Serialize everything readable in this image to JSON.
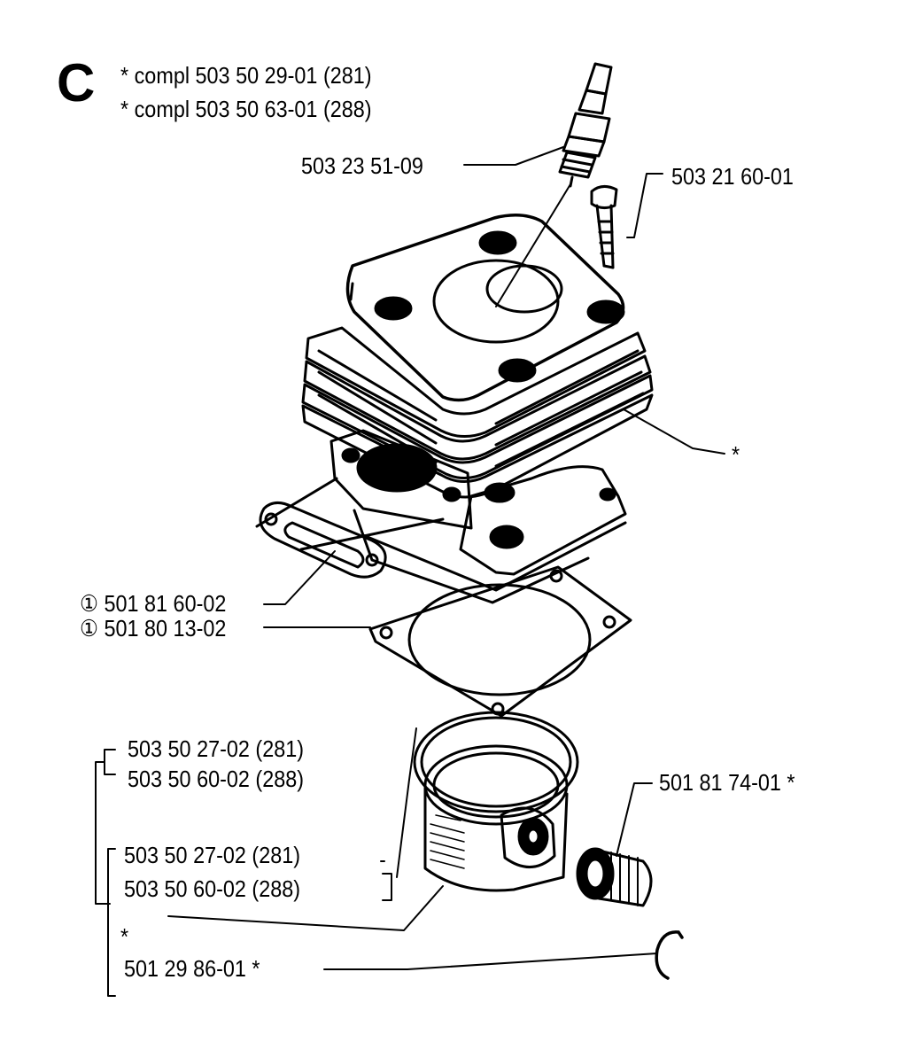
{
  "section_letter": "C",
  "header": {
    "line1": "*  compl 503 50 29-01 (281)",
    "line2": "*  compl 503 50 63-01 (288)"
  },
  "parts": {
    "spark_plug": "503 23 51-09",
    "screw": "503 21 60-01",
    "cylinder": "*",
    "exhaust_gasket": "① 501 81 60-02",
    "cylinder_gasket": "① 501 80 13-02",
    "ring_281": "503 50 27-02 (281)",
    "ring_288": "503 50 60-02 (288)",
    "piston_281": "503 50 27-02 (281)",
    "piston_288": "503 50 60-02 (288)",
    "piston_star": "*",
    "bearing": "501 81 74-01  *",
    "circlip": "501 29 86-01  *"
  }
}
